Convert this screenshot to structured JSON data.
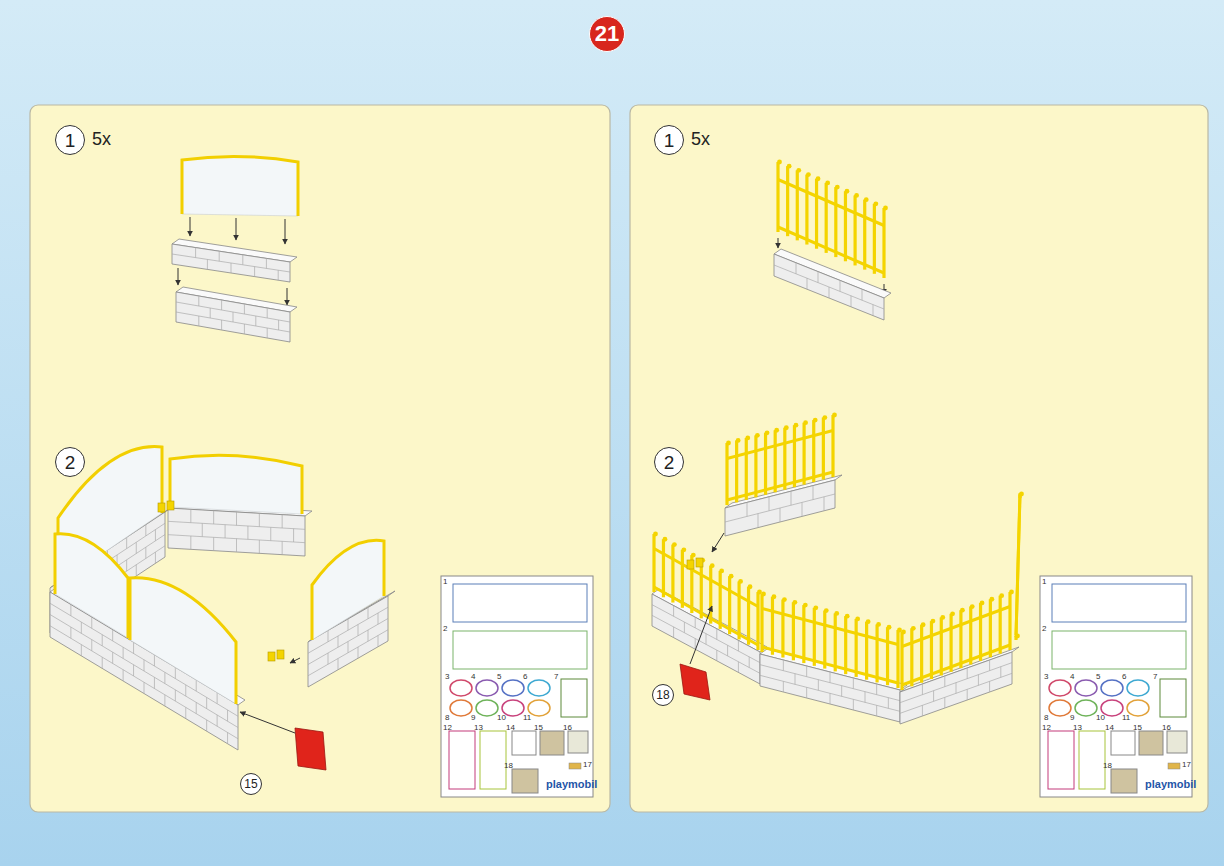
{
  "diagram": {
    "nodes": [
      {
        "text": [
          "21"
        ]
      },
      {
        "text": [
          "1"
        ]
      },
      {
        "text": [
          "2"
        ]
      },
      {
        "text": [
          "15"
        ]
      },
      {
        "text": [
          "1"
        ]
      },
      {
        "text": [
          "2"
        ]
      },
      {
        "text": [
          "18"
        ]
      }
    ],
    "labels": [
      "5x",
      "1",
      "2",
      "3",
      "4",
      "5",
      "6",
      "7",
      "8",
      "9",
      "10",
      "11",
      "12",
      "13",
      "14",
      "15",
      "16",
      "17",
      "18",
      "playmobil",
      "5x",
      "1",
      "2",
      "3",
      "4",
      "5",
      "6",
      "7",
      "8",
      "9",
      "10",
      "11",
      "12",
      "13",
      "14",
      "15",
      "16",
      "17",
      "18",
      "playmobil"
    ]
  }
}
